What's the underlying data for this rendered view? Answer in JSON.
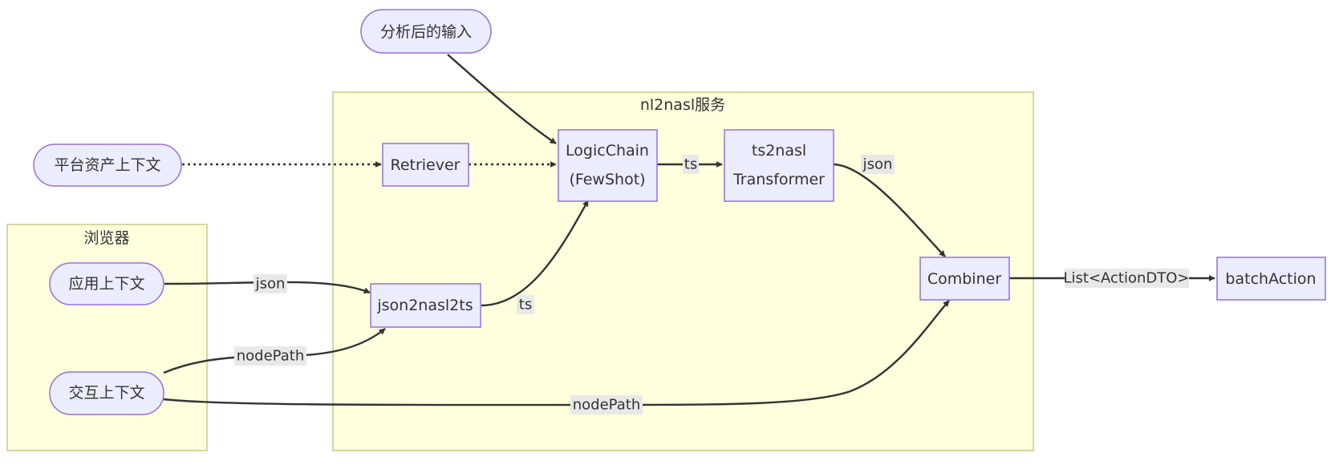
{
  "subgraphs": {
    "service": {
      "title": "nl2nasl服务"
    },
    "browser": {
      "title": "浏览器"
    }
  },
  "nodes": {
    "input": {
      "label": "分析后的输入"
    },
    "platform": {
      "label": "平台资产上下文"
    },
    "retriever": {
      "label": "Retriever"
    },
    "logicchain": {
      "line1": "LogicChain",
      "line2": "(FewShot)"
    },
    "ts2nasl": {
      "line1": "ts2nasl",
      "line2": "Transformer"
    },
    "combiner": {
      "label": "Combiner"
    },
    "batch": {
      "label": "batchAction"
    },
    "json2nasl2ts": {
      "label": "json2nasl2ts"
    },
    "appctx": {
      "label": "应用上下文"
    },
    "interactctx": {
      "label": "交互上下文"
    }
  },
  "edges": {
    "ts1": "ts",
    "json1": "json",
    "list": "List<ActionDTO>",
    "json2": "json",
    "ts2": "ts",
    "nodepath1": "nodePath",
    "nodepath2": "nodePath"
  },
  "colors": {
    "node_fill": "#ececff",
    "node_stroke": "#9370db",
    "subgraph_fill": "#ffffde",
    "subgraph_stroke": "#c9c98a",
    "edge": "#333333",
    "label_bg": "#e8e8e8"
  }
}
